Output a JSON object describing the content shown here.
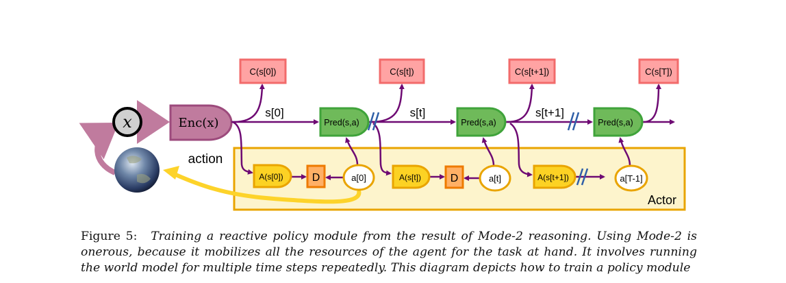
{
  "diagram": {
    "input_label": "x",
    "encoder_label": "Enc(x)",
    "action_label": "action",
    "actor_label": "Actor",
    "costs": [
      "C(s[0])",
      "C(s[t])",
      "C(s[t+1])",
      "C(s[T])"
    ],
    "predictors": [
      "Pred(s,a)",
      "Pred(s,a)",
      "Pred(s,a)"
    ],
    "state_labels": [
      "s[0]",
      "s[t]",
      "s[t+1]"
    ],
    "actor_modules": [
      "A(s[0])",
      "A(s[t])",
      "A(s[t+1])"
    ],
    "distance_labels": [
      "D",
      "D"
    ],
    "actions": [
      "a[0]",
      "a[t]",
      "a[T-1]"
    ],
    "colors": {
      "arrow": "#6e0a73",
      "cost": "#ffa3a3",
      "pred": "#6fba5a",
      "actor_bg": "#fdf4cc",
      "actor_module": "#fcd224",
      "distance": "#ffb066",
      "encoder": "#c07b9e",
      "action_arrow": "#fdd32a",
      "break_mark": "#2f5fa8"
    }
  },
  "caption": {
    "label": "Figure 5:",
    "text": "Training a reactive policy module from the result of Mode-2 reasoning. Using Mode-2 is onerous, because it mobilizes all the resources of the agent for the task at hand. It involves running the world model for multiple time steps repeatedly. This diagram depicts how to train a policy module"
  }
}
